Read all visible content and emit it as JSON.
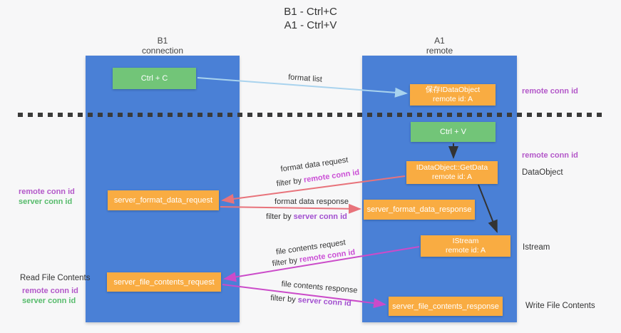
{
  "title": {
    "line1": "B1 - Ctrl+C",
    "line2": "A1 - Ctrl+V"
  },
  "lanes": {
    "left": {
      "title": "B1",
      "subtitle": "connection"
    },
    "right": {
      "title": "A1",
      "subtitle": "remote"
    }
  },
  "nodes": {
    "ctrl_c": {
      "label": "Ctrl + C"
    },
    "ctrl_v": {
      "label": "Ctrl + V"
    },
    "save_dataobject": {
      "line1": "保存IDataObject",
      "line2": "remote id: A"
    },
    "getdata": {
      "line1": "IDataObject::GetData",
      "line2": "remote id: A"
    },
    "istream": {
      "line1": "IStream",
      "line2": "remote id: A"
    },
    "format_request": {
      "label": "server_format_data_request"
    },
    "format_response": {
      "label": "server_format_data_response"
    },
    "file_request": {
      "label": "server_file_contents_request"
    },
    "file_response": {
      "label": "server_file_contents_response"
    }
  },
  "edge_labels": {
    "format_list": "format list",
    "format_data_request": "format data request",
    "format_data_request_filter_prefix": "filter by ",
    "format_data_request_filter": "remote conn id",
    "format_data_response": "format data response",
    "format_data_response_filter_prefix": "filter by ",
    "format_data_response_filter": "server conn id",
    "file_contents_request": "file contents request",
    "file_contents_request_filter_prefix": "filter by ",
    "file_contents_request_filter": "remote conn id",
    "file_contents_response": "file contents response",
    "file_contents_response_filter_prefix": "filter by ",
    "file_contents_response_filter": "server conn id"
  },
  "annotations": {
    "right_top_remote_conn_id": "remote conn id",
    "right_mid_remote_conn_id": "remote conn id",
    "dataobject": "DataObject",
    "istream": "Istream",
    "write_file_contents": "Write File Contents",
    "left_remote_conn_id": "remote conn id",
    "left_server_conn_id": "server conn id",
    "read_file_contents": "Read File Contents",
    "left_bottom_remote_conn_id": "remote conn id",
    "left_bottom_server_conn_id": "server conn id"
  },
  "colors": {
    "lane_blue": "#4a80d6",
    "node_orange": "#f9ac42",
    "node_green": "#72c578",
    "arrow_light_blue": "#a9d3ee",
    "arrow_black": "#333333",
    "arrow_red": "#e8737b",
    "arrow_magenta": "#cb4bc9",
    "text_purple": "#b358c9",
    "text_green": "#56bb6b",
    "filter_remote_magenta": "#cb4fd6",
    "filter_server_purple": "#a24fd0"
  }
}
